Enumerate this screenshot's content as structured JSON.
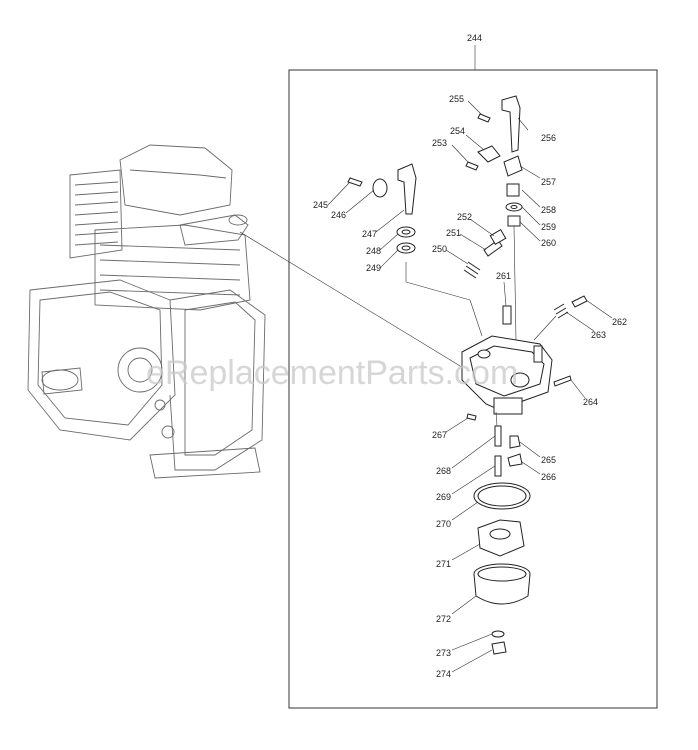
{
  "assembly_label": "244",
  "watermark": "eReplacementParts.com",
  "parts": [
    {
      "id": "245"
    },
    {
      "id": "246"
    },
    {
      "id": "247"
    },
    {
      "id": "248"
    },
    {
      "id": "249"
    },
    {
      "id": "250"
    },
    {
      "id": "251"
    },
    {
      "id": "252"
    },
    {
      "id": "253"
    },
    {
      "id": "254"
    },
    {
      "id": "255"
    },
    {
      "id": "256"
    },
    {
      "id": "257"
    },
    {
      "id": "258"
    },
    {
      "id": "259"
    },
    {
      "id": "260"
    },
    {
      "id": "261"
    },
    {
      "id": "262"
    },
    {
      "id": "263"
    },
    {
      "id": "264"
    },
    {
      "id": "265"
    },
    {
      "id": "266"
    },
    {
      "id": "267"
    },
    {
      "id": "268"
    },
    {
      "id": "269"
    },
    {
      "id": "270"
    },
    {
      "id": "271"
    },
    {
      "id": "272"
    },
    {
      "id": "273"
    },
    {
      "id": "274"
    }
  ]
}
